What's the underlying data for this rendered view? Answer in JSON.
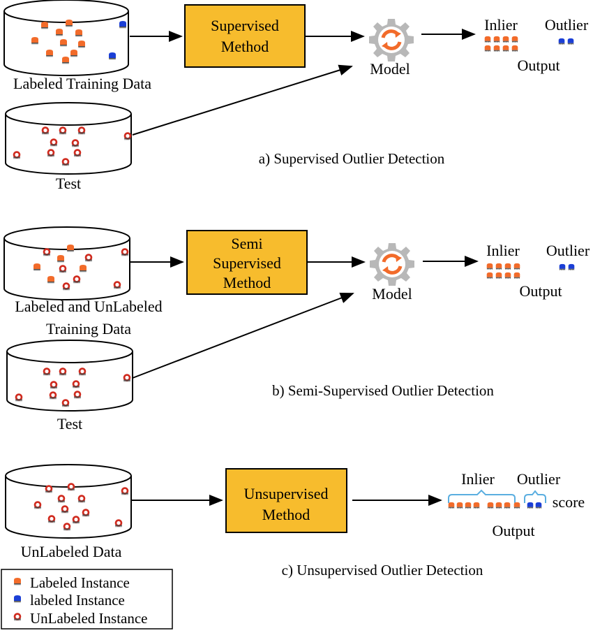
{
  "sections": [
    {
      "training_label": "Labeled Training Data",
      "test_label": "Test",
      "method": [
        "Supervised",
        "Method"
      ],
      "model_label": "Model",
      "inlier": "Inlier",
      "outlier": "Outlier",
      "output": "Output",
      "caption": "a) Supervised Outlier Detection"
    },
    {
      "training_label": [
        "Labeled and UnLabeled",
        "Training Data"
      ],
      "test_label": "Test",
      "method": [
        "Semi",
        "Supervised",
        "Method"
      ],
      "model_label": "Model",
      "inlier": "Inlier",
      "outlier": "Outlier",
      "output": "Output",
      "caption": "b) Semi-Supervised Outlier Detection"
    },
    {
      "data_label": "UnLabeled Data",
      "method": [
        "Unsupervised",
        "Method"
      ],
      "inlier": "Inlier",
      "outlier": "Outlier",
      "score": "score",
      "output": "Output",
      "caption": "c) Unsupervised Outlier Detection"
    }
  ],
  "legend": {
    "items": [
      {
        "label": "Labeled Instance",
        "icon": "orange-instance-icon"
      },
      {
        "label": "labeled Instance",
        "icon": "blue-instance-icon"
      },
      {
        "label": "UnLabeled Instance",
        "icon": "unlabeled-instance-icon"
      }
    ]
  },
  "colors": {
    "method_box": "#f7bc2d",
    "inlier_instance": "#f26b2a",
    "outlier_instance": "#1b3fd6",
    "unlabeled_ring": "#d02b1f",
    "gear": "#b8b8b8",
    "bracket": "#5aaee0"
  }
}
